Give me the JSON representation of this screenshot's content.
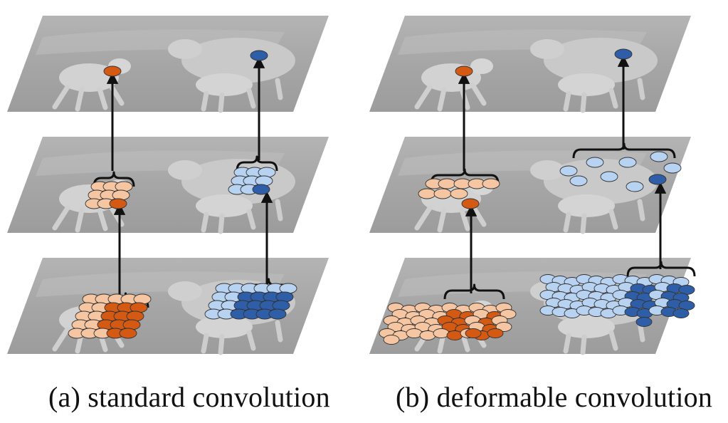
{
  "panels": [
    {
      "id": "a",
      "caption": "(a) standard convolution"
    },
    {
      "id": "b",
      "caption": "(b) deformable convolution"
    }
  ],
  "colors": {
    "orange_light": "#f6c6a2",
    "orange_dark": "#d45a14",
    "blue_light": "#b8d2f2",
    "blue_dark": "#2f5ea8",
    "plane": "#a9a9a9",
    "arrow": "#111111"
  },
  "icons": [
    "sheep-image-plane",
    "lamb-silhouette",
    "sampling-point",
    "bracket",
    "up-arrow"
  ]
}
